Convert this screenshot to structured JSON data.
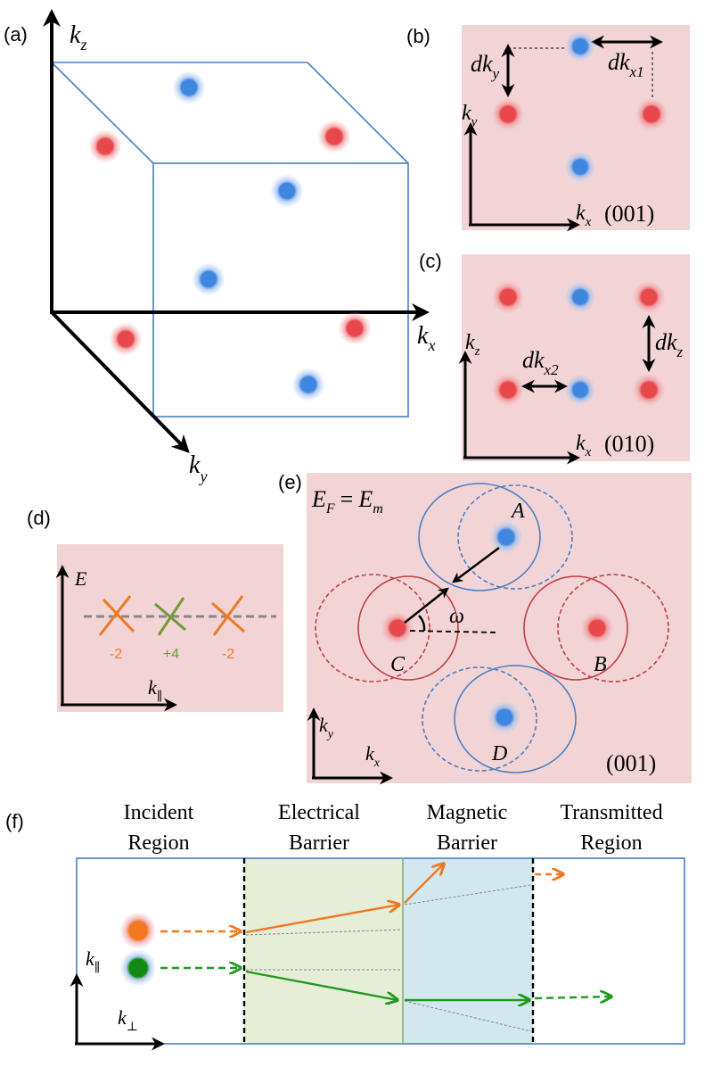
{
  "colors": {
    "panel_bg": "#f2d4d6",
    "red_point": "#e8474c",
    "blue_point": "#3f86e0",
    "cube_edge": "#4a7fc1",
    "orange": "#f07820",
    "green": "#1f9a1f",
    "olive": "#6f9a3a",
    "elec_barrier": "#e6eed8",
    "mag_barrier": "#d2e8ef"
  },
  "panel_a": {
    "label": "(a)",
    "axis_x": "k",
    "axis_x_sub": "x",
    "axis_y": "k",
    "axis_y_sub": "y",
    "axis_z": "k",
    "axis_z_sub": "z"
  },
  "panel_b": {
    "label": "(b)",
    "dky": "dk",
    "dky_sub": "y",
    "dkx1": "dk",
    "dkx1_sub": "x1",
    "axis_x": "k",
    "axis_x_sub": "x",
    "axis_y": "k",
    "axis_y_sub": "y",
    "plane": "(001)"
  },
  "panel_c": {
    "label": "(c)",
    "dkx2": "dk",
    "dkx2_sub": "x2",
    "dkz": "dk",
    "dkz_sub": "z",
    "axis_x": "k",
    "axis_x_sub": "x",
    "axis_z": "k",
    "axis_z_sub": "z",
    "plane": "(010)"
  },
  "panel_d": {
    "label": "(d)",
    "axis_e": "E",
    "axis_k": "k",
    "axis_k_sub": "∥",
    "charges": [
      "-2",
      "+4",
      "-2"
    ]
  },
  "panel_e": {
    "label": "(e)",
    "ef_lhs": "E",
    "ef_lhs_sub": "F",
    "ef_eq": "=",
    "ef_rhs": "E",
    "ef_rhs_sub": "m",
    "point_labels": {
      "A": "A",
      "B": "B",
      "C": "C",
      "D": "D"
    },
    "omega": "ω",
    "axis_x": "k",
    "axis_x_sub": "x",
    "axis_y": "k",
    "axis_y_sub": "y",
    "plane": "(001)"
  },
  "panel_f": {
    "label": "(f)",
    "regions": [
      {
        "line1": "Incident",
        "line2": "Region"
      },
      {
        "line1": "Electrical",
        "line2": "Barrier"
      },
      {
        "line1": "Magnetic",
        "line2": "Barrier"
      },
      {
        "line1": "Transmitted",
        "line2": "Region"
      }
    ],
    "axis_par": "k",
    "axis_par_sub": "∥",
    "axis_perp": "k",
    "axis_perp_sub": "⊥"
  }
}
